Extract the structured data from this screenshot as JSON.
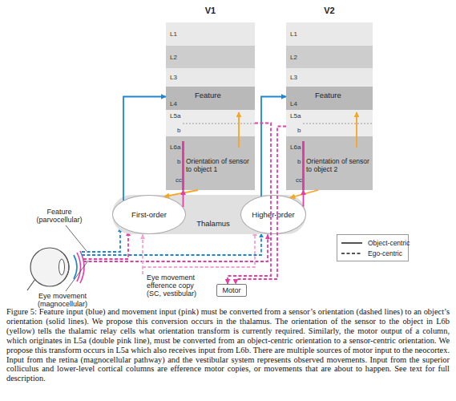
{
  "diagram": {
    "caption": "Figure 5: Feature input (blue) and movement input (pink) must be converted from a sensor’s orientation (dashed lines) to an object’s orientation (solid lines). We propose this conversion occurs in the thalamus. The orientation of the sensor to the object in L6b (yellow) tells the thalamic relay cells what orientation transform is currently required. Similarly, the motor output of a column, which originates in L5a (double pink line), must be converted from an object-centric orientation to a sensor-centric orientation. We propose this transform occurs in L5a which also receives input from L6b. There are multiple sources of motor input to the neocortex. Input from the retina (magnocellular pathway) and the vestibular system represents observed movements. Input from the superior colliculus and lower-level cortical columns are efference motor copies, or movements that are about to happen. See text for full description.",
    "nodes": [
      {
        "text": [
          "V1"
        ]
      },
      {
        "text": [
          "L1"
        ],
        "in": 0
      },
      {
        "text": [
          "L2"
        ],
        "in": 0
      },
      {
        "text": [
          "L3"
        ],
        "in": 0
      },
      {
        "text": [
          "L4",
          "Feature"
        ],
        "in": 0
      },
      {
        "text": [
          "L5a",
          "b"
        ],
        "in": 0
      },
      {
        "text": [
          "L6a",
          "b",
          "cc",
          "Orientation of sensor to object 1"
        ],
        "in": 0
      },
      {
        "text": [
          "V2"
        ]
      },
      {
        "text": [
          "L1"
        ],
        "in": 7
      },
      {
        "text": [
          "L2"
        ],
        "in": 7
      },
      {
        "text": [
          "L3"
        ],
        "in": 7
      },
      {
        "text": [
          "L4",
          "Feature"
        ],
        "in": 7
      },
      {
        "text": [
          "L5a",
          "b"
        ],
        "in": 7
      },
      {
        "text": [
          "L6a",
          "b",
          "cc",
          "Orientation of sensor to object 2"
        ],
        "in": 7
      },
      {
        "text": [
          "Thalamus"
        ]
      },
      {
        "text": [
          "First-order"
        ],
        "in": 14
      },
      {
        "text": [
          "Higher-order"
        ],
        "in": 14
      },
      {
        "text": [
          "Motor"
        ]
      }
    ],
    "edges": [
      {
        "from": 15,
        "to": 4,
        "arrow": "to"
      },
      {
        "from": 16,
        "to": 11,
        "arrow": "to"
      },
      {
        "from": 6,
        "to": 15,
        "arrow": "to"
      },
      {
        "from": 13,
        "to": 16,
        "arrow": "to"
      },
      {
        "from": 15,
        "to": 6,
        "arrow": "to"
      },
      {
        "from": 16,
        "to": 13,
        "arrow": "to"
      },
      {
        "from": 6,
        "to": 5,
        "arrow": "to"
      },
      {
        "from": 13,
        "to": 12,
        "arrow": "to"
      },
      {
        "from": 5,
        "to": 17,
        "arrow": "to"
      },
      {
        "from": 12,
        "to": 17,
        "arrow": "to"
      }
    ],
    "labels": [
      "Feature (parvocellular)",
      "Eye movement (magnocellular)",
      "Eye movement efference copy (SC, vestibular)"
    ],
    "legend": [
      {
        "text": "Object-centric"
      },
      {
        "text": "Ego-centric"
      }
    ]
  }
}
